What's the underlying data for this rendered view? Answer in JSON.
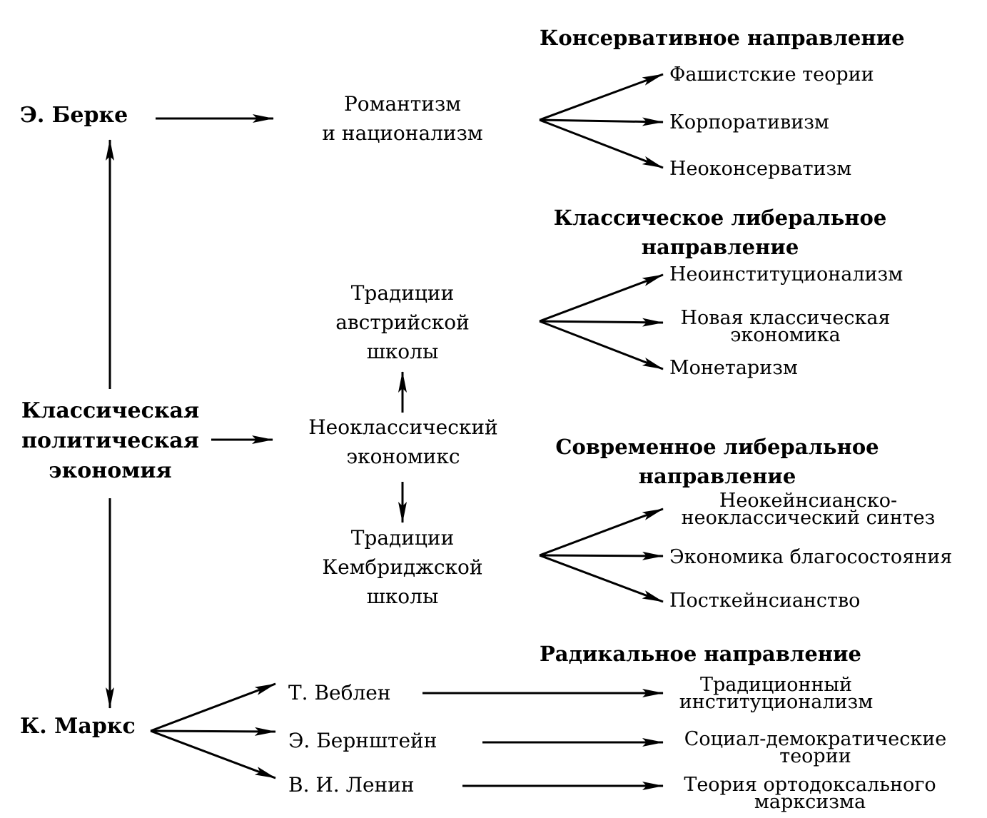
{
  "sources": {
    "burke": "Э. Берке",
    "classical_pe": [
      "Классическая",
      "политическая",
      "экономия"
    ],
    "marx": "К. Маркс"
  },
  "middle": {
    "romanticism": [
      "Романтизм",
      "и национализм"
    ],
    "austrian": [
      "Традиции",
      "австрийской",
      "школы"
    ],
    "neoclassical": [
      "Неоклассический",
      "экономикс"
    ],
    "cambridge": [
      "Традиции",
      "Кембриджской",
      "школы"
    ],
    "veblen": "Т.  Веблен",
    "bernstein": "Э.  Бернштейн",
    "lenin": "В.  И.  Ленин"
  },
  "groups": {
    "conservative": {
      "heading": "Консервативное направление",
      "items": [
        "Фашистские теории",
        "Корпоративизм",
        "Неоконсерватизм"
      ]
    },
    "classical_liberal": {
      "heading": [
        "Классическое либеральное",
        "направление"
      ],
      "items": [
        "Неоинституционализм",
        [
          "Новая классическая",
          "экономика"
        ],
        "Монетаризм"
      ]
    },
    "modern_liberal": {
      "heading": [
        "Современное либеральное",
        "направление"
      ],
      "items": [
        [
          "Неокейнсианско-",
          "неоклассический синтез"
        ],
        "Экономика благосостояния",
        "Посткейнсианство"
      ]
    },
    "radical": {
      "heading": "Радикальное направление",
      "items": [
        [
          "Традиционный",
          "институционализм"
        ],
        [
          "Социал-демократические",
          "теории"
        ],
        [
          "Теория ортодоксального",
          "марксизма"
        ]
      ]
    }
  }
}
